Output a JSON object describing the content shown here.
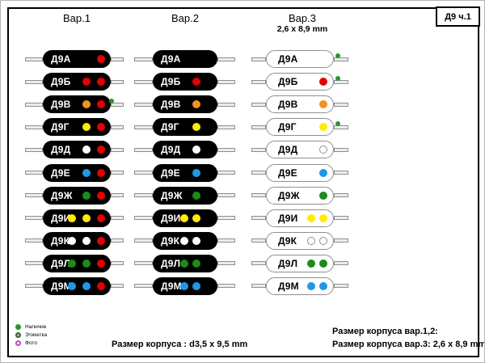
{
  "sheet": {
    "label": "Д9 ч.1"
  },
  "columns": [
    {
      "key": "var1",
      "header": "Вар.1",
      "subheader": "",
      "body_style": "black"
    },
    {
      "key": "var2",
      "header": "Вар.2",
      "subheader": "",
      "body_style": "black"
    },
    {
      "key": "var3",
      "header": "Вар.3",
      "subheader": "2,6 x 8,9 mm",
      "body_style": "white"
    }
  ],
  "palette": {
    "red": "#e60000",
    "orange": "#f0931f",
    "yellow": "#ffec00",
    "white": "#ffffff",
    "blue": "#2097e8",
    "green": "#1d8a1d",
    "availability": "#2a9426",
    "body_black": "#000000",
    "body_white_border": "#8f8f8f"
  },
  "rows": [
    {
      "label": "Д9А",
      "variants": {
        "var1": {
          "dots": [
            "red"
          ],
          "availability": false
        },
        "var2": {
          "dots": [],
          "availability": false
        },
        "var3": {
          "dots": [],
          "availability": true
        }
      }
    },
    {
      "label": "Д9Б",
      "variants": {
        "var1": {
          "dots": [
            "red",
            "red"
          ],
          "availability": false
        },
        "var2": {
          "dots": [
            "red"
          ],
          "availability": false
        },
        "var3": {
          "dots": [
            "red"
          ],
          "availability": true
        }
      }
    },
    {
      "label": "Д9В",
      "variants": {
        "var1": {
          "dots": [
            "orange",
            "red"
          ],
          "availability": true
        },
        "var2": {
          "dots": [
            "orange"
          ],
          "availability": false
        },
        "var3": {
          "dots": [
            "orange"
          ],
          "availability": false
        }
      }
    },
    {
      "label": "Д9Г",
      "variants": {
        "var1": {
          "dots": [
            "yellow",
            "red"
          ],
          "availability": false
        },
        "var2": {
          "dots": [
            "yellow"
          ],
          "availability": false
        },
        "var3": {
          "dots": [
            "yellow"
          ],
          "availability": true
        }
      }
    },
    {
      "label": "Д9Д",
      "variants": {
        "var1": {
          "dots": [
            "white",
            "red"
          ],
          "availability": false
        },
        "var2": {
          "dots": [
            "white"
          ],
          "availability": false
        },
        "var3": {
          "dots": [
            "white"
          ],
          "availability": false
        }
      }
    },
    {
      "label": "Д9Е",
      "variants": {
        "var1": {
          "dots": [
            "blue",
            "red"
          ],
          "availability": false
        },
        "var2": {
          "dots": [
            "blue"
          ],
          "availability": false
        },
        "var3": {
          "dots": [
            "blue"
          ],
          "availability": false
        }
      }
    },
    {
      "label": "Д9Ж",
      "variants": {
        "var1": {
          "dots": [
            "green",
            "red"
          ],
          "availability": false
        },
        "var2": {
          "dots": [
            "green"
          ],
          "availability": false
        },
        "var3": {
          "dots": [
            "green"
          ],
          "availability": false
        }
      }
    },
    {
      "label": "Д9И",
      "variants": {
        "var1": {
          "dots": [
            "yellow",
            "yellow",
            "red"
          ],
          "availability": false
        },
        "var2": {
          "dots": [
            "yellow",
            "yellow"
          ],
          "availability": false
        },
        "var3": {
          "dots": [
            "yellow",
            "yellow"
          ],
          "availability": false
        }
      }
    },
    {
      "label": "Д9К",
      "variants": {
        "var1": {
          "dots": [
            "white",
            "white",
            "red"
          ],
          "availability": false
        },
        "var2": {
          "dots": [
            "white",
            "white"
          ],
          "availability": false
        },
        "var3": {
          "dots": [
            "white",
            "white"
          ],
          "availability": false
        }
      }
    },
    {
      "label": "Д9Л",
      "variants": {
        "var1": {
          "dots": [
            "green",
            "green",
            "red"
          ],
          "availability": false
        },
        "var2": {
          "dots": [
            "green",
            "green"
          ],
          "availability": false
        },
        "var3": {
          "dots": [
            "green",
            "green"
          ],
          "availability": false
        }
      }
    },
    {
      "label": "Д9М",
      "variants": {
        "var1": {
          "dots": [
            "blue",
            "blue",
            "red"
          ],
          "availability": false
        },
        "var2": {
          "dots": [
            "blue",
            "blue"
          ],
          "availability": false
        },
        "var3": {
          "dots": [
            "blue",
            "blue"
          ],
          "availability": false
        }
      }
    }
  ],
  "legend": {
    "items": [
      {
        "label": "Наличие",
        "marker": "solid",
        "color": "#2a9426",
        "fill": "#2a9426"
      },
      {
        "label": "Этикетка",
        "marker": "ring",
        "color": "#2f6b2f",
        "fill": "#b3b3b3"
      },
      {
        "label": "Фото",
        "marker": "ring",
        "color": "#c04ec0",
        "fill": "#ffffff"
      }
    ]
  },
  "footer": {
    "center": "Размер корпуса : d3,5 x 9,5 mm",
    "right_line1": "Размер корпуса вар.1,2:",
    "right_line2": "Размер корпуса вар.3: 2,6 x 8,9 mm"
  }
}
